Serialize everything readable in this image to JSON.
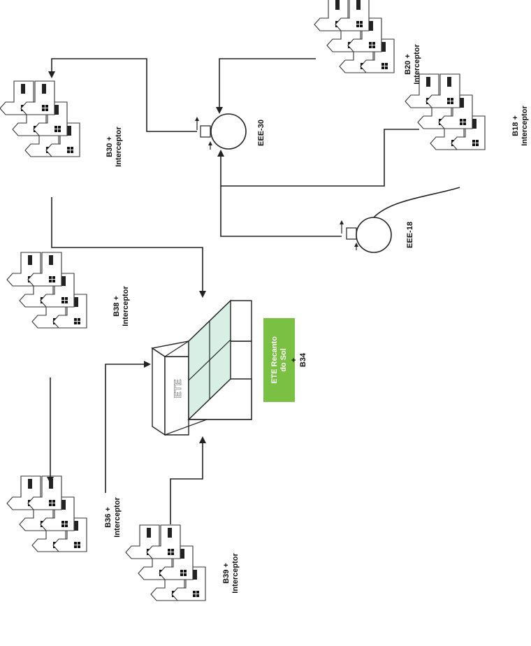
{
  "colors": {
    "line": "#222222",
    "tank_panel": "#d8efe6",
    "label_box": "#7ac143",
    "label_box_text": "#ffffff"
  },
  "clusters": [
    {
      "id": "b30",
      "line1": "B30 +",
      "line2": "Interceptor"
    },
    {
      "id": "b20",
      "line1": "B20 +",
      "line2": "Interceptor"
    },
    {
      "id": "b18",
      "line1": "B18 +",
      "line2": "Interceptor"
    },
    {
      "id": "b38",
      "line1": "B38 +",
      "line2": "Interceptor"
    },
    {
      "id": "b36",
      "line1": "B36 +",
      "line2": "Interceptor"
    },
    {
      "id": "b39",
      "line1": "B39 +",
      "line2": "Interceptor"
    }
  ],
  "stations": [
    {
      "id": "eee30",
      "label": "EEE-30"
    },
    {
      "id": "eee18",
      "label": "EEE-18"
    }
  ],
  "treatment_plant": {
    "label": "ETE"
  },
  "plant_box": {
    "line1": "ETE Recanto",
    "line2": "do Sol",
    "line3": "+",
    "line4": "B34"
  }
}
